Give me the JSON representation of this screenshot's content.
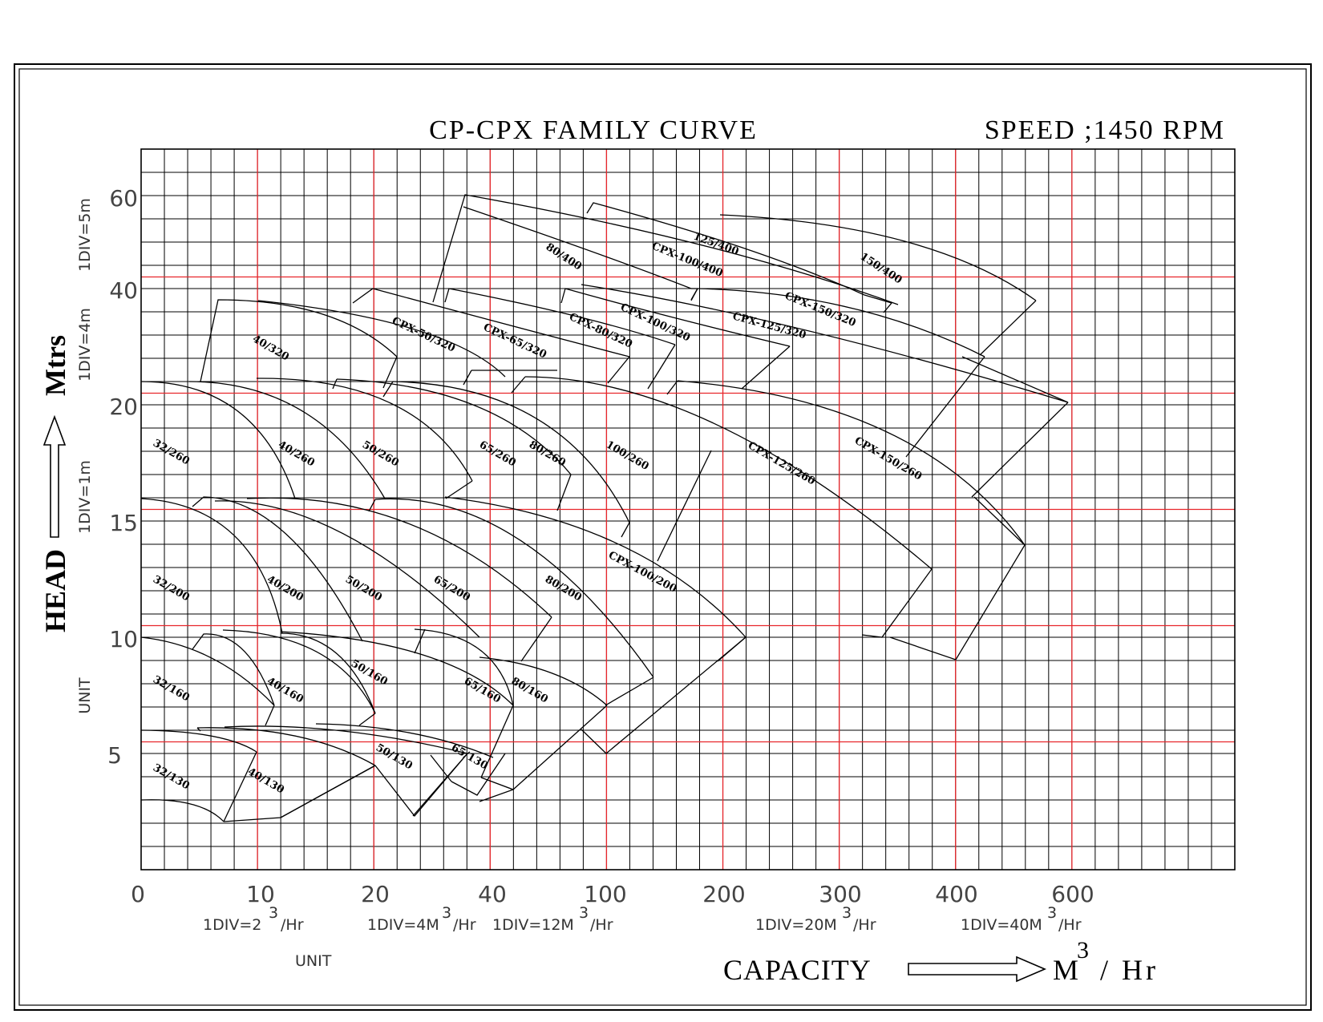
{
  "chart_data": {
    "type": "line",
    "title": "CP-CPX FAMILY CURVE",
    "speed": "SPEED ;1450 RPM",
    "x_ticks": [
      "0",
      "10",
      "20",
      "40",
      "100",
      "200",
      "300",
      "400",
      "600"
    ],
    "y_ticks": [
      "60",
      "40",
      "20",
      "15",
      "10",
      "5"
    ],
    "x_units": [
      "1DIV=2",
      "3",
      "/Hr",
      "1DIV=4M",
      "3",
      "/Hr",
      "1DIV=12M",
      "3",
      "/Hr",
      "1DIV=20M",
      "3",
      "/Hr",
      "1DIV=40M",
      "3",
      "/Hr"
    ],
    "x_unit_caption": "UNIT",
    "y_units": [
      "1DIV=5m",
      "1DIV=4m",
      "1DIV=1m"
    ],
    "y_unit_caption": "UNIT",
    "y_axis_label": "HEAD",
    "y_axis_unit": "Mtrs",
    "x_axis_label": "CAPACITY",
    "x_axis_unit_m": "M",
    "x_axis_unit_exp": "3",
    "x_axis_unit_rest": "/ Hr",
    "grid": true,
    "major_grid_color": "#e8262b",
    "minor_grid_color": "#000000",
    "curve_labels": [
      "32/130",
      "40/130",
      "50/130",
      "65/130",
      "32/160",
      "40/160",
      "50/160",
      "65/160",
      "80/160",
      "32/200",
      "40/200",
      "50/200",
      "65/200",
      "80/200",
      "CPX-100/200",
      "32/260",
      "40/260",
      "50/260",
      "65/260",
      "80/260",
      "100/260",
      "CPX-125/260",
      "CPX-150/260",
      "40/320",
      "CPX-50/320",
      "CPX-65/320",
      "CPX-80/320",
      "CPX-100/320",
      "CPX-125/320",
      "CPX-150/320",
      "80/400",
      "CPX-100/400",
      "125/400",
      "150/400"
    ]
  }
}
